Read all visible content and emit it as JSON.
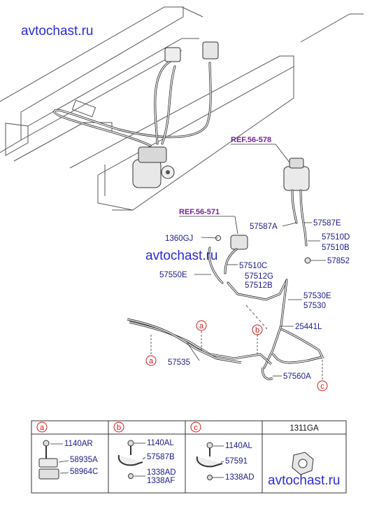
{
  "watermarks": [
    "avtochast.ru",
    "avtochast.ru",
    "avtochast.ru"
  ],
  "references": {
    "ref_top": "REF.56-578",
    "ref_mid": "REF.56-571"
  },
  "callouts": {
    "c_1360GJ": "1360GJ",
    "c_57587A": "57587A",
    "c_57587E": "57587E",
    "c_57510D": "57510D",
    "c_57510B": "57510B",
    "c_57510C": "57510C",
    "c_57852": "57852",
    "c_57550E": "57550E",
    "c_57512G": "57512G",
    "c_57512B": "57512B",
    "c_57530E": "57530E",
    "c_57530": "57530",
    "c_25441L": "25441L",
    "c_57535": "57535",
    "c_57560A": "57560A"
  },
  "markers": {
    "a": "a",
    "b": "b",
    "c": "c"
  },
  "table": {
    "headers": [
      "a",
      "b",
      "c",
      "1311GA"
    ],
    "cell_a": [
      "1140AR",
      "58935A",
      "58964C"
    ],
    "cell_b": [
      "1140AL",
      "57587B",
      "1338AD",
      "1338AF"
    ],
    "cell_c": [
      "1140AL",
      "57591",
      "1338AD"
    ]
  },
  "colors": {
    "callout_text": "#1a1a8c",
    "reference_text": "#7a1fa0",
    "marker_red": "#d01818",
    "watermark": "#2b2bd9"
  }
}
